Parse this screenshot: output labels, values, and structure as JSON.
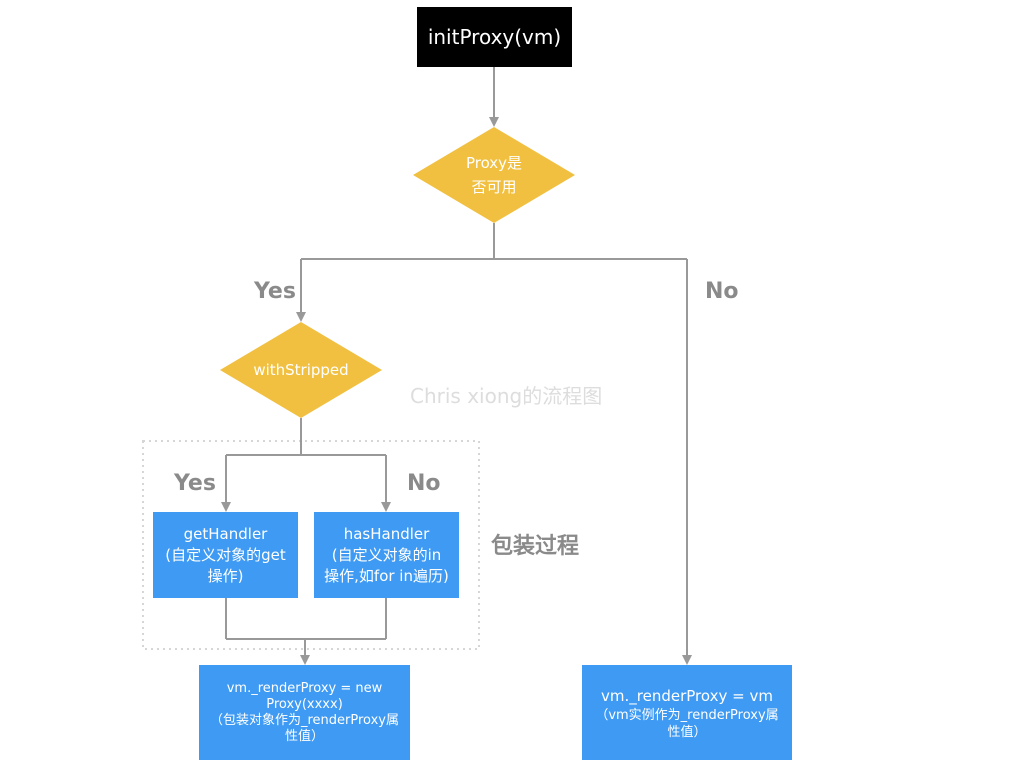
{
  "nodes": {
    "start": {
      "label": "initProxy(vm)"
    },
    "check_proxy": {
      "lines": [
        "Proxy是",
        "否可用"
      ]
    },
    "with_stripped": {
      "label": "withStripped"
    },
    "get_handler": {
      "lines": [
        "getHandler",
        "(自定义对象的get",
        "操作)"
      ]
    },
    "has_handler": {
      "lines": [
        "hasHandler",
        "(自定义对象的in",
        "操作,如for in遍历)"
      ]
    },
    "proxy_result": {
      "lines": [
        "vm._renderProxy = new",
        "Proxy(xxxx)",
        "（包装对象作为_renderProxy属",
        "性值）"
      ]
    },
    "vm_result": {
      "lines": [
        "vm._renderProxy = vm",
        "（vm实例作为_renderProxy属",
        "性值）"
      ]
    }
  },
  "branches": {
    "proxy_yes": "Yes",
    "proxy_no": "No",
    "stripped_yes": "Yes",
    "stripped_no": "No"
  },
  "group_label": "包装过程",
  "watermark": "Chris xiong的流程图",
  "colors": {
    "start_fill": "#000000",
    "decision_fill": "#f1c040",
    "process_fill": "#3e9af3",
    "connector": "#999999",
    "label_text": "#8a8a8a"
  }
}
